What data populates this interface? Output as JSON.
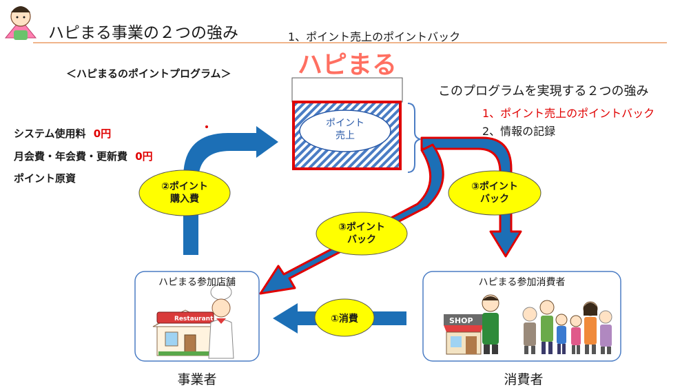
{
  "header": {
    "title": "ハピまる事業の２つの強み",
    "subtitle": "1、ポイント売上のポイントバック"
  },
  "program_heading": "＜ハピまるのポイントプログラム＞",
  "logo_text": "ハピまる",
  "center_box": {
    "line1": "ポイント",
    "line2": "売上"
  },
  "strengths": {
    "heading": "このプログラムを実現する２つの強み",
    "item1": "1、ポイント売上のポイントバック",
    "item2": "2、情報の記録"
  },
  "fees": {
    "system_label": "システム使用料",
    "system_value": "0円",
    "monthly_label": "月会費・年会費・更新費",
    "monthly_value": "0円",
    "point_source": "ポイント原資"
  },
  "bubbles": {
    "purchase_l1": "②ポイント",
    "purchase_l2": "購入費",
    "back_right_l1": "③ポイント",
    "back_right_l2": "バック",
    "back_left_l1": "③ポイント",
    "back_left_l2": "バック",
    "consumption": "①消費"
  },
  "store": {
    "box_label": "ハピまる参加店舗",
    "sign": "Restaurant",
    "caption": "事業者"
  },
  "consumer": {
    "box_label": "ハピまる参加消費者",
    "sign": "SHOP",
    "caption": "消費者"
  },
  "colors": {
    "arrow_blue": "#1c6fb6",
    "arrow_border_red": "#e00000",
    "bubble_yellow": "#ffff00",
    "header_line": "#f0b48a",
    "accent_red": "#e00000"
  }
}
